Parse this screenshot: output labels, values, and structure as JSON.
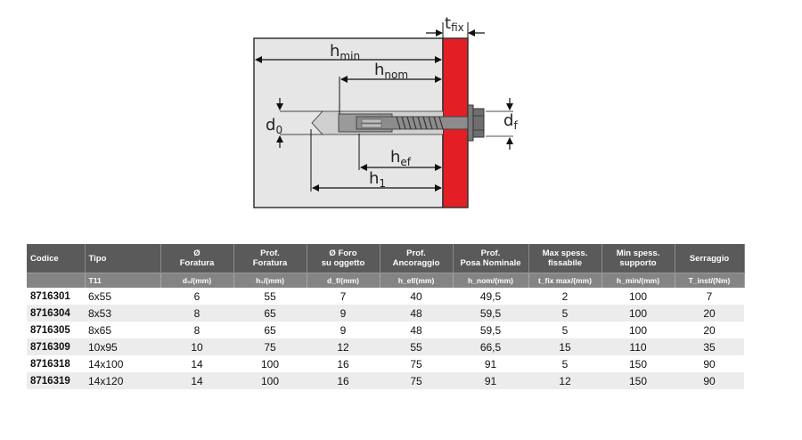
{
  "diagram": {
    "labels": {
      "t_fix": "fix",
      "t_fix_prefix": "t",
      "h_min_prefix": "h",
      "h_min_sub": "min",
      "h_nom_prefix": "h",
      "h_nom_sub": "nom",
      "h_ef_prefix": "h",
      "h_ef_sub": "ef",
      "h1_prefix": "h",
      "h1_sub": "1",
      "d0_prefix": "d",
      "d0_sub": "0",
      "df_prefix": "d",
      "df_sub": "f"
    },
    "colors": {
      "base": "#e6e6e6",
      "fixture": "#e31e24",
      "outline": "#333333",
      "anchor": "#8c8c8c"
    }
  },
  "table": {
    "headers": [
      {
        "line1": "Codice",
        "line2": ""
      },
      {
        "line1": "Tipo",
        "line2": ""
      },
      {
        "line1": "Ø",
        "line2": "Foratura"
      },
      {
        "line1": "Prof.",
        "line2": "Foratura"
      },
      {
        "line1": "Ø Foro",
        "line2": "su oggetto"
      },
      {
        "line1": "Prof.",
        "line2": "Ancoraggio"
      },
      {
        "line1": "Prof.",
        "line2": "Posa Nominale"
      },
      {
        "line1": "Max spess.",
        "line2": "fissabile"
      },
      {
        "line1": "Min spess.",
        "line2": "supporto"
      },
      {
        "line1": "Serraggio",
        "line2": ""
      }
    ],
    "units": [
      "",
      "T11",
      "d₀/(mm)",
      "h₁/(mm)",
      "d_f/(mm)",
      "h_ef/(mm)",
      "h_nom/(mm)",
      "t_fix max/(mm)",
      "h_min/(mm)",
      "T_inst/(Nm)"
    ],
    "rows": [
      [
        "8716301",
        "6x55",
        "6",
        "55",
        "7",
        "40",
        "49,5",
        "2",
        "100",
        "7"
      ],
      [
        "8716304",
        "8x53",
        "8",
        "65",
        "9",
        "48",
        "59,5",
        "5",
        "100",
        "20"
      ],
      [
        "8716305",
        "8x65",
        "8",
        "65",
        "9",
        "48",
        "59,5",
        "5",
        "100",
        "20"
      ],
      [
        "8716309",
        "10x95",
        "10",
        "75",
        "12",
        "55",
        "66,5",
        "15",
        "110",
        "35"
      ],
      [
        "8716318",
        "14x100",
        "14",
        "100",
        "16",
        "75",
        "91",
        "5",
        "150",
        "90"
      ],
      [
        "8716319",
        "14x120",
        "14",
        "100",
        "16",
        "75",
        "91",
        "12",
        "150",
        "90"
      ]
    ]
  }
}
